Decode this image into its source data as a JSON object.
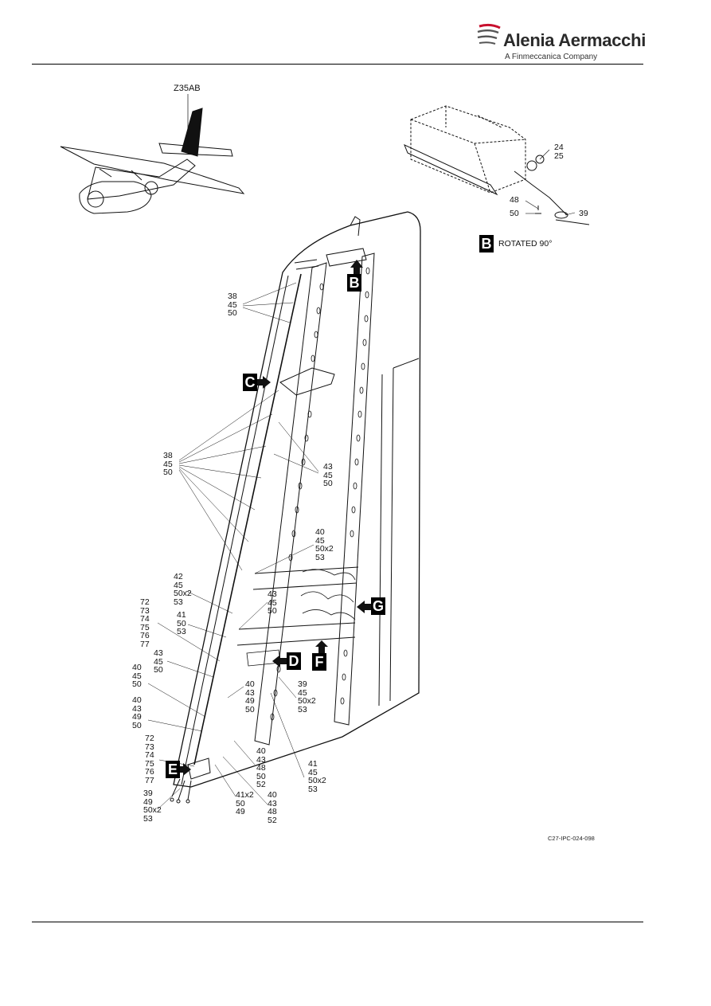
{
  "header": {
    "brand": "Alenia Aermacchi",
    "subtitle": "A Finmeccanica Company"
  },
  "aircraft_view": {
    "label": "Z35AB"
  },
  "detail_b": {
    "callout": "B",
    "caption": "ROTATED 90°",
    "items": {
      "a": [
        "24",
        "25"
      ],
      "b": "48",
      "c": "50",
      "d": "39"
    }
  },
  "callouts": {
    "b": "B",
    "c": "C",
    "d": "D",
    "e": "E",
    "f": "F",
    "g": "G"
  },
  "labels": {
    "l1": [
      "38",
      "45",
      "50"
    ],
    "l2": [
      "38",
      "45",
      "50"
    ],
    "l3": [
      "43",
      "45",
      "50"
    ],
    "l4": [
      "40",
      "45",
      "50x2",
      "53"
    ],
    "l5": [
      "42",
      "45",
      "50x2",
      "53"
    ],
    "l6": [
      "43",
      "45",
      "50"
    ],
    "l7": [
      "72",
      "73",
      "74",
      "75",
      "76",
      "77"
    ],
    "l8": [
      "41",
      "50",
      "53"
    ],
    "l9": [
      "43",
      "45",
      "50"
    ],
    "l10": [
      "40",
      "45",
      "50"
    ],
    "l11": [
      "40",
      "43",
      "49",
      "50"
    ],
    "l12": [
      "40",
      "43",
      "49",
      "50"
    ],
    "l13": [
      "39",
      "45",
      "50x2",
      "53"
    ],
    "l14": [
      "72",
      "73",
      "74",
      "75",
      "76",
      "77"
    ],
    "l15": [
      "40",
      "43",
      "48",
      "50",
      "52"
    ],
    "l16": [
      "41",
      "45",
      "50x2",
      "53"
    ],
    "l17": [
      "41x2",
      "50",
      "49"
    ],
    "l18": [
      "40",
      "43",
      "48",
      "52"
    ],
    "l19": [
      "39",
      "49",
      "50x2",
      "53"
    ]
  },
  "figure_ref": "C27-IPC-024-098",
  "colors": {
    "ink": "#000000",
    "paper": "#ffffff",
    "brand_red": "#c8102e"
  }
}
